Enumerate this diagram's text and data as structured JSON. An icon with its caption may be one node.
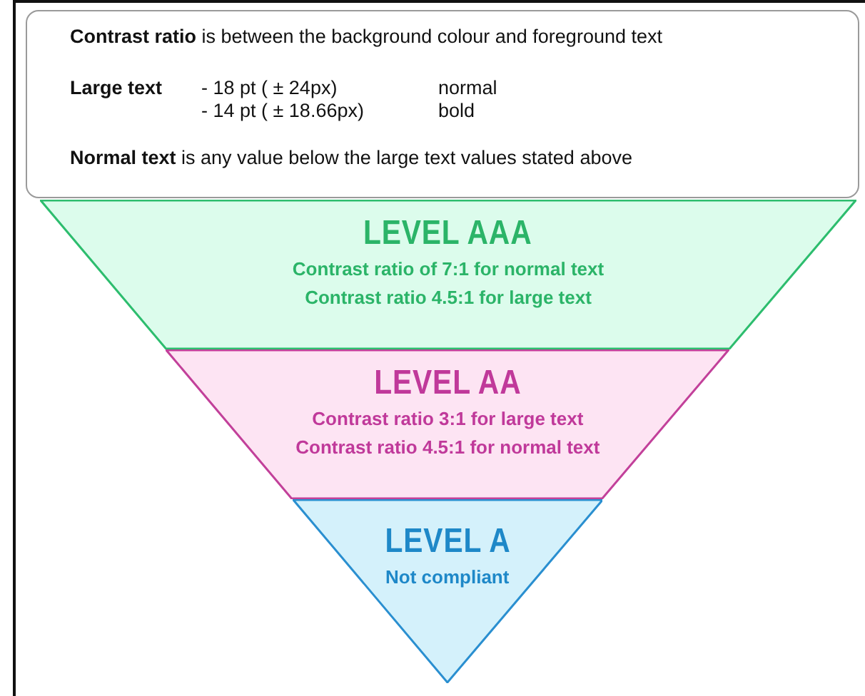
{
  "diagram": {
    "nodes": [
      {
        "text": [
          "**Contrast ratio** is between the background colour and foreground text",
          "Large text",
          "- 18 pt ( ± 24px)",
          "normal",
          "- 14 pt ( ± 18.66px)",
          "bold",
          "**Normal text** is any value below the large text values stated above"
        ]
      },
      {
        "text": [
          "LEVEL AAA",
          "Contrast ratio of 7:1 for normal text",
          "Contrast ratio 4.5:1 for large text"
        ]
      },
      {
        "text": [
          "LEVEL AA",
          "Contrast ratio 3:1 for large text",
          "Contrast ratio 4.5:1 for normal text"
        ]
      },
      {
        "text": [
          "LEVEL A",
          "Not compliant"
        ]
      }
    ],
    "edges": []
  }
}
